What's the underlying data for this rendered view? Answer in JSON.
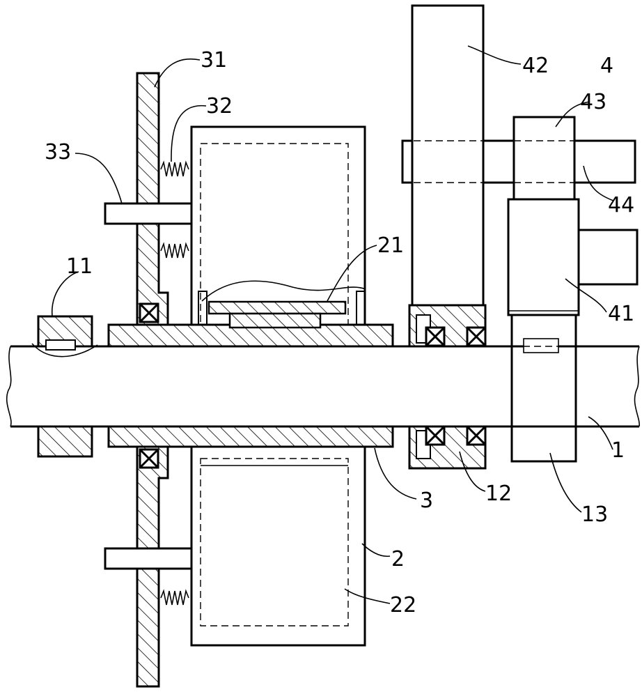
{
  "labels": {
    "l31": "31",
    "l32": "32",
    "l33": "33",
    "l11": "11",
    "l21": "21",
    "l42": "42",
    "l4": "4",
    "l43": "43",
    "l44": "44",
    "l41": "41",
    "l1": "1",
    "l3": "3",
    "l12": "12",
    "l13": "13",
    "l2": "2",
    "l22": "22"
  },
  "colors": {
    "line": "#000000",
    "background": "#ffffff"
  }
}
